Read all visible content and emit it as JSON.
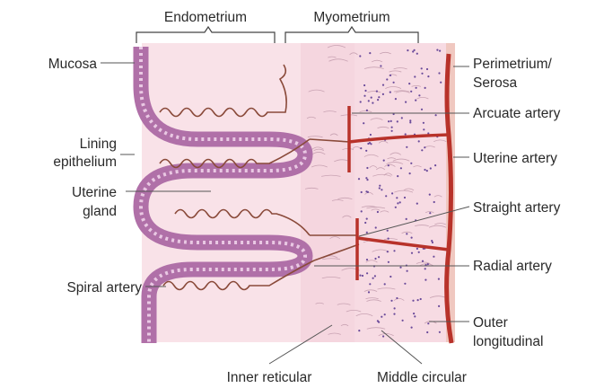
{
  "headers": {
    "endometrium": "Endometrium",
    "myometrium": "Myometrium"
  },
  "left_labels": {
    "mucosa": "Mucosa",
    "lining_1": "Lining",
    "lining_2": "epithelium",
    "gland_1": "Uterine",
    "gland_2": "gland",
    "spiral": "Spiral artery"
  },
  "right_labels": {
    "perimetrium_1": "Perimetrium/",
    "perimetrium_2": "Serosa",
    "arcuate": "Arcuate artery",
    "uterine": "Uterine artery",
    "straight": "Straight artery",
    "radial": "Radial artery",
    "outer_1": "Outer",
    "outer_2": "longitudinal"
  },
  "bottom_labels": {
    "inner": "Inner reticular",
    "middle": "Middle circular"
  },
  "colors": {
    "background": "#f9e2e8",
    "epithelium": "#b070a8",
    "artery": "#b8322a",
    "vessel_brown": "#8a4a3a",
    "dots": "#6a4a9a"
  }
}
